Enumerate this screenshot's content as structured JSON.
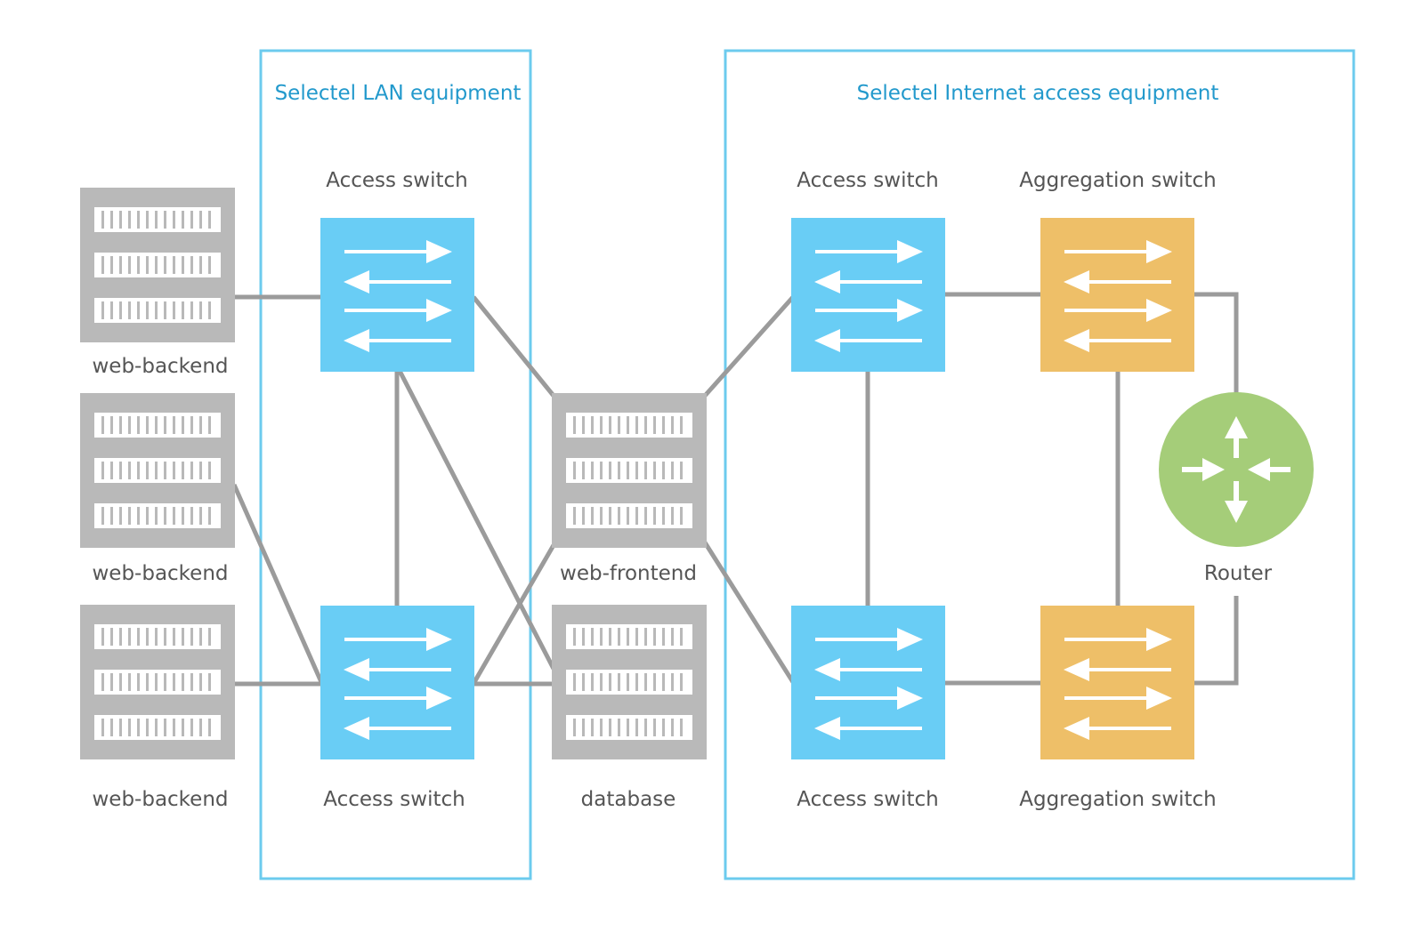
{
  "colors": {
    "zone_border": "#6ccbee",
    "zone_title": "#2299cc",
    "link": "#9b9b9b",
    "server": "#b9b9b9",
    "access_switch": "#69cdf5",
    "aggregation_switch": "#eebf68",
    "router": "#a5cd79",
    "label": "#555555"
  },
  "zones": {
    "lan": {
      "title": "Selectel LAN equipment"
    },
    "internet": {
      "title": "Selectel Internet access equipment"
    }
  },
  "servers": {
    "web_backend_1": {
      "label": "web-backend",
      "icon": "server-icon"
    },
    "web_backend_2": {
      "label": "web-backend",
      "icon": "server-icon"
    },
    "web_backend_3": {
      "label": "web-backend",
      "icon": "server-icon"
    },
    "web_frontend": {
      "label": "web-frontend",
      "icon": "server-icon"
    },
    "database": {
      "label": "database",
      "icon": "server-icon"
    }
  },
  "switches": {
    "lan_access_top": {
      "label": "Access switch",
      "icon": "switch-icon"
    },
    "lan_access_bottom": {
      "label": "Access switch",
      "icon": "switch-icon"
    },
    "inet_access_top": {
      "label": "Access switch",
      "icon": "switch-icon"
    },
    "inet_access_bottom": {
      "label": "Access switch",
      "icon": "switch-icon"
    },
    "aggregation_top": {
      "label": "Aggregation switch",
      "icon": "switch-icon"
    },
    "aggregation_bottom": {
      "label": "Aggregation switch",
      "icon": "switch-icon"
    }
  },
  "router": {
    "label": "Router",
    "icon": "router-icon"
  }
}
